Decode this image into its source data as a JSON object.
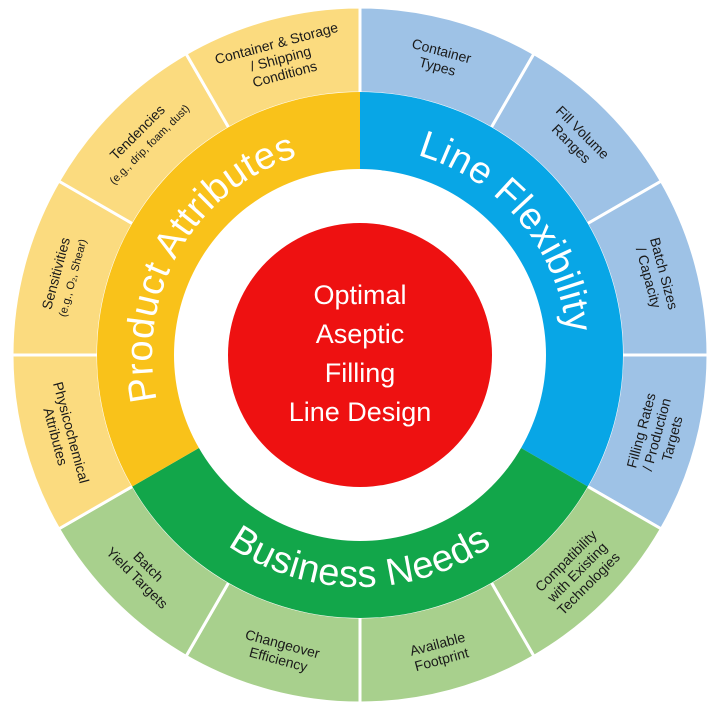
{
  "center": {
    "lines": [
      "Optimal",
      "Aseptic",
      "Filling",
      "Line Design"
    ],
    "color": "#ee1111"
  },
  "colors": {
    "product_attributes": "#f9c21a",
    "product_attributes_outer": "#fbdb7f",
    "line_flexibility": "#08a6e6",
    "line_flexibility_outer": "#9ec2e6",
    "business_needs": "#12a64a",
    "business_needs_outer": "#a8d08d",
    "separator": "#ffffff"
  },
  "categories": [
    {
      "key": "line_flexibility",
      "label": "Line Flexibility",
      "items": [
        {
          "lines": [
            "Container",
            "Types"
          ]
        },
        {
          "lines": [
            "Fill Volume",
            "Ranges"
          ]
        },
        {
          "lines": [
            "Batch Sizes",
            "/ Capacity"
          ]
        },
        {
          "lines": [
            "Filling Rates",
            "/ Production",
            "Targets"
          ]
        }
      ]
    },
    {
      "key": "business_needs",
      "label": "Business Needs",
      "items": [
        {
          "lines": [
            "Compatibility",
            "with Existing",
            "Technologies"
          ]
        },
        {
          "lines": [
            "Available",
            "Footprint"
          ]
        },
        {
          "lines": [
            "Changeover",
            "Efficiency"
          ]
        },
        {
          "lines": [
            "Batch",
            "Yield Targets"
          ]
        }
      ]
    },
    {
      "key": "product_attributes",
      "label": "Product Attributes",
      "items": [
        {
          "lines": [
            "Physicochemical",
            "Attributes"
          ]
        },
        {
          "lines": [
            "Sensitivities",
            "(e.g., O₂, Shear)"
          ]
        },
        {
          "lines": [
            "Tendencies",
            "(e.g., drip, foam, dust)"
          ]
        },
        {
          "lines": [
            "Container & Storage",
            "/ Shipping",
            "Conditions"
          ]
        }
      ]
    }
  ]
}
